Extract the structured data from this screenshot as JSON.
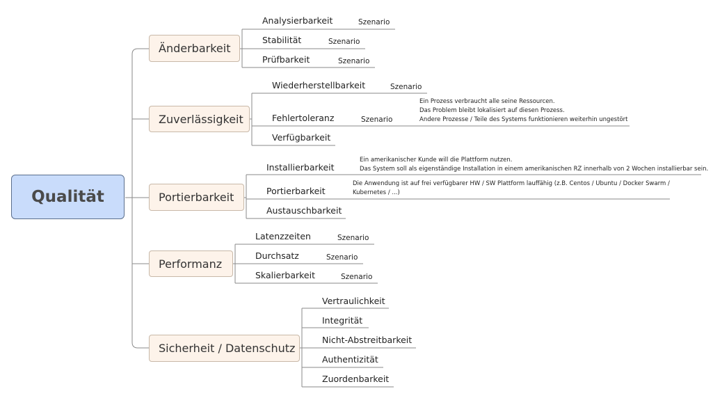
{
  "root": {
    "label": "Qualität"
  },
  "branches": [
    {
      "label": "Änderbarkeit",
      "children": [
        {
          "label": "Analysierbarkeit",
          "scenario": "Szenario"
        },
        {
          "label": "Stabilität",
          "scenario": "Szenario"
        },
        {
          "label": "Prüfbarkeit",
          "scenario": "Szenario"
        }
      ]
    },
    {
      "label": "Zuverlässigkeit",
      "children": [
        {
          "label": "Wiederherstellbarkeit",
          "scenario": "Szenario"
        },
        {
          "label": "Fehlertoleranz",
          "scenario": "Szenario",
          "note": [
            "Ein Prozess verbraucht alle seine Ressourcen.",
            "Das Problem bleibt lokalisiert auf diesen Prozess.",
            "Andere Prozesse / Teile des Systems funktionieren weiterhin ungestört"
          ]
        },
        {
          "label": "Verfügbarkeit"
        }
      ]
    },
    {
      "label": "Portierbarkeit",
      "children": [
        {
          "label": "Installierbarkeit",
          "note": [
            "Ein amerikanischer Kunde will die Plattform nutzen.",
            "Das System soll als eigenständige Installation in einem amerikanischen RZ innerhalb von 2 Wochen installierbar sein."
          ]
        },
        {
          "label": "Portierbarkeit",
          "note": [
            "Die Anwendung ist auf frei verfügbarer HW / SW Plattform lauffähig (z.B. Centos / Ubuntu / Docker Swarm /",
            "Kubernetes / ...)"
          ]
        },
        {
          "label": "Austauschbarkeit"
        }
      ]
    },
    {
      "label": "Performanz",
      "children": [
        {
          "label": "Latenzzeiten",
          "scenario": "Szenario"
        },
        {
          "label": "Durchsatz",
          "scenario": "Szenario"
        },
        {
          "label": "Skalierbarkeit",
          "scenario": "Szenario"
        }
      ]
    },
    {
      "label": "Sicherheit / Datenschutz",
      "children": [
        {
          "label": "Vertraulichkeit"
        },
        {
          "label": "Integrität"
        },
        {
          "label": "Nicht-Abstreitbarkeit"
        },
        {
          "label": "Authentizität"
        },
        {
          "label": "Zuordenbarkeit"
        }
      ]
    }
  ]
}
